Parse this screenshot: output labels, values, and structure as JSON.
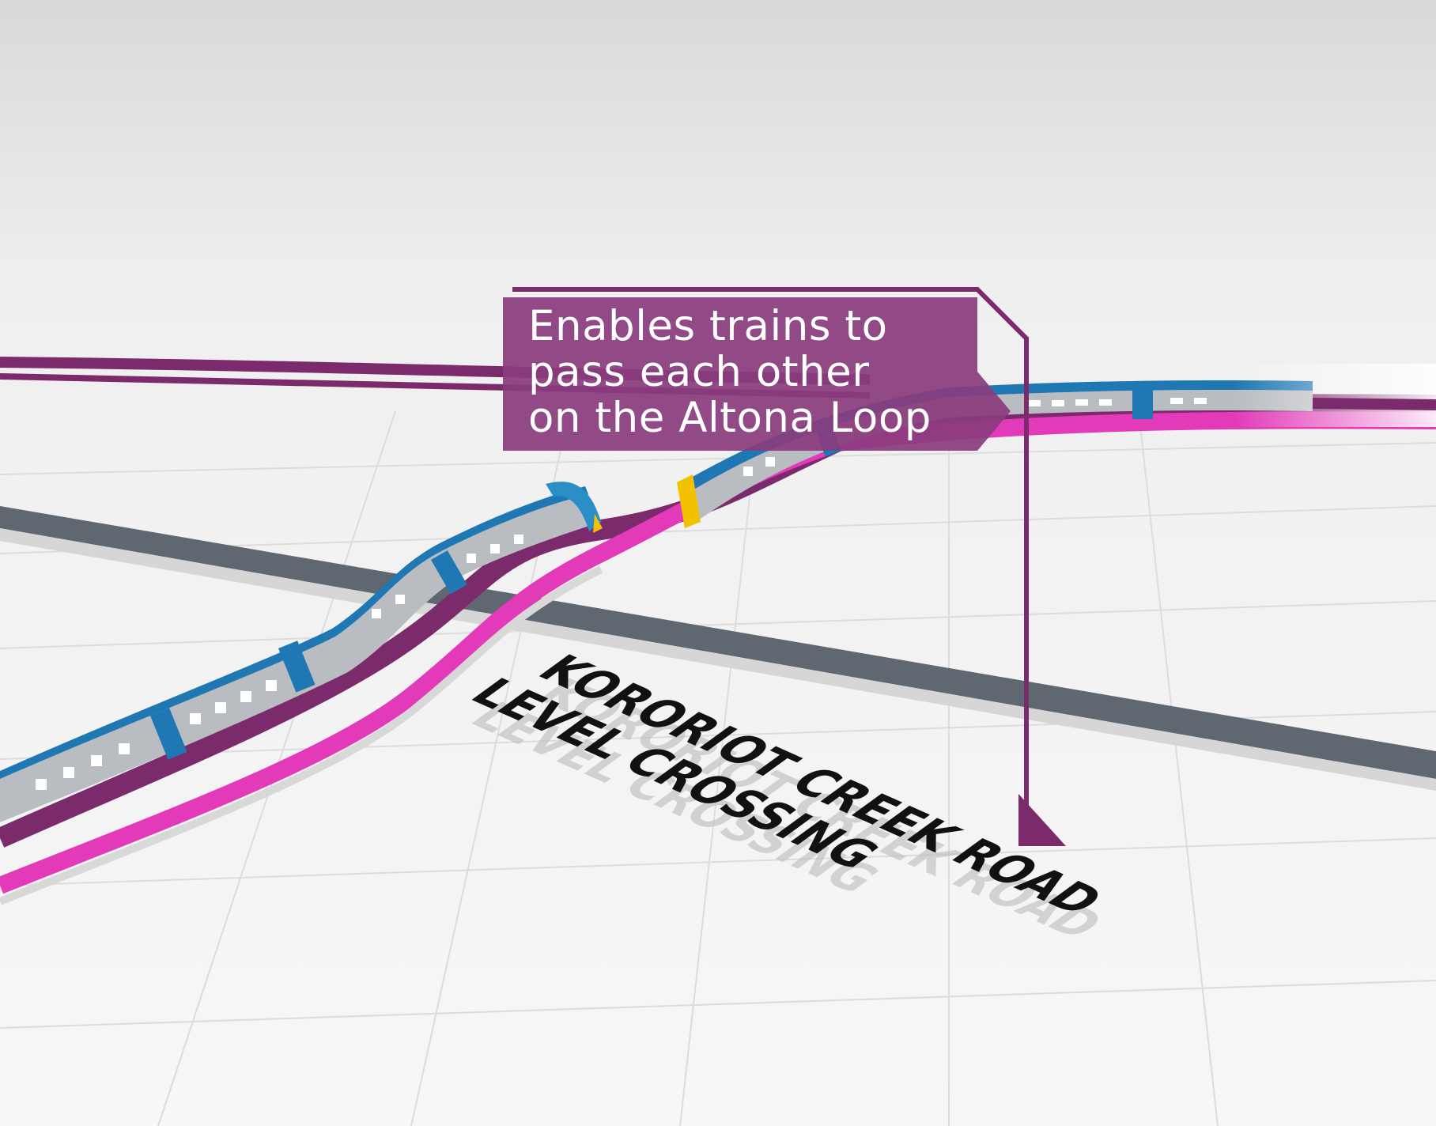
{
  "callout": {
    "lines": [
      "Enables trains to",
      "pass each other",
      "on the Altona Loop"
    ]
  },
  "road_label": {
    "line1": "KORORIOT CREEK ROAD",
    "line2": "LEVEL CROSSING"
  },
  "colors": {
    "callout_fill": "#8a3c7e",
    "track_magenta": "#e23ab8",
    "track_purple": "#7b2a6b",
    "road_grey": "#5f6770",
    "train_blue": "#1f77b4",
    "train_grey": "#b9bcc0",
    "train_yellow": "#f2c200"
  }
}
